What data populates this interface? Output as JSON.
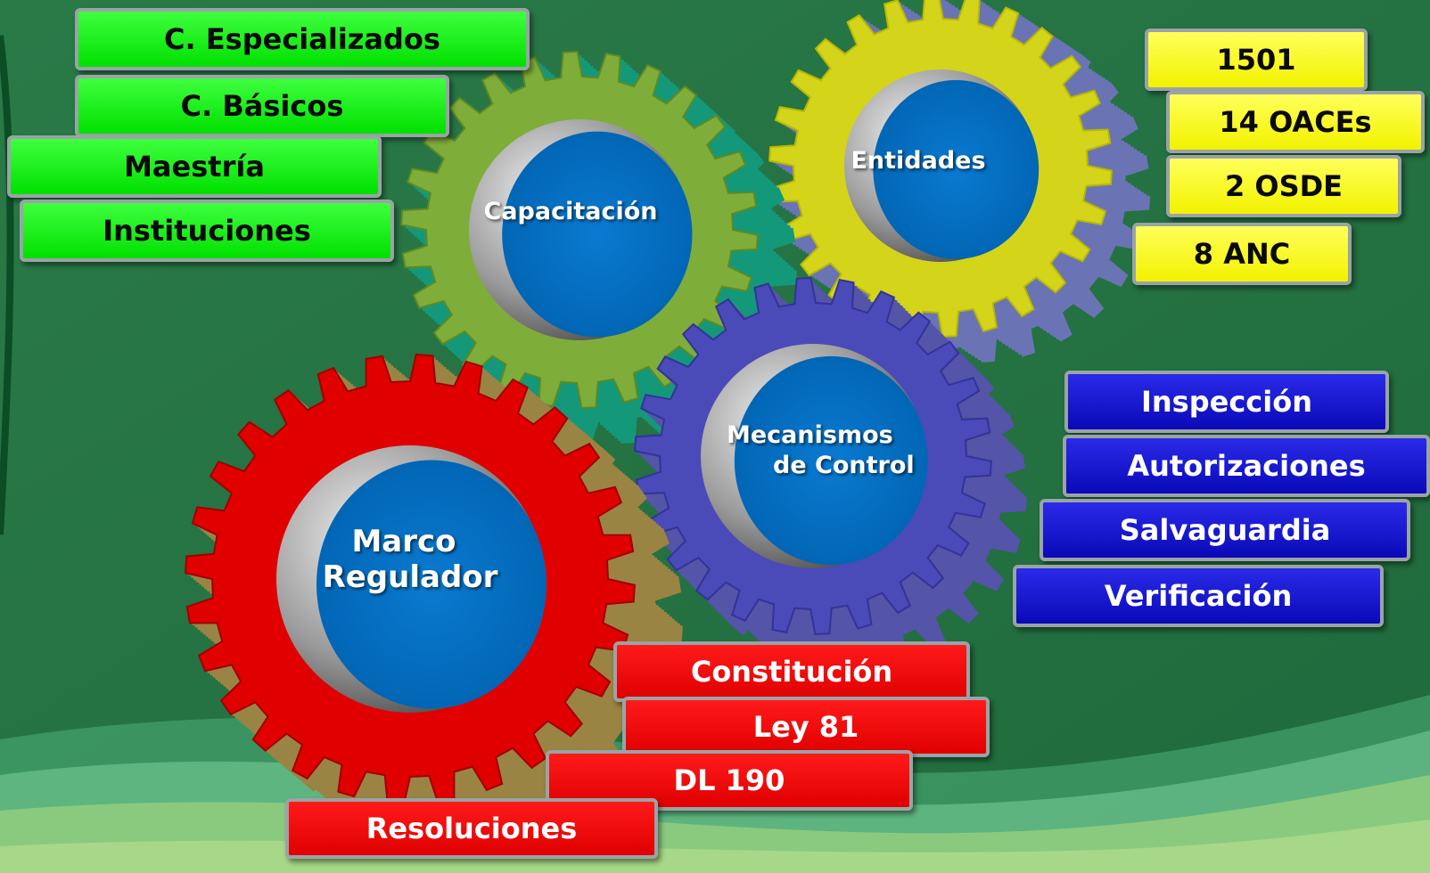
{
  "colors": {
    "background": "#2e7d4f",
    "green_label": "#1aff1a",
    "yellow_label": "#ffff1a",
    "blue_label": "#1414d4",
    "red_label": "#ff0000",
    "gear_green": "#7fad3a",
    "gear_yellow": "#d4d41a",
    "gear_blue": "#4a4ab8",
    "gear_red": "#e00000",
    "gear_center": "#0070c0"
  },
  "gears": {
    "capacitacion": "Capacitación",
    "entidades": "Entidades",
    "mecanismos_line1": "Mecanismos",
    "mecanismos_line2": "de Control",
    "marco_line1": "Marco",
    "marco_line2": "Regulador"
  },
  "capacitacion_items": [
    "C. Especializados",
    "C. Básicos",
    "Maestría",
    "Instituciones"
  ],
  "entidades_items": [
    "1501",
    "14 OACEs",
    "2 OSDE",
    "8 ANC"
  ],
  "control_items": [
    "Inspección",
    "Autorizaciones",
    "Salvaguardia",
    "Verificación"
  ],
  "marco_items": [
    "Constitución",
    "Ley 81",
    "DL 190",
    "Resoluciones"
  ]
}
